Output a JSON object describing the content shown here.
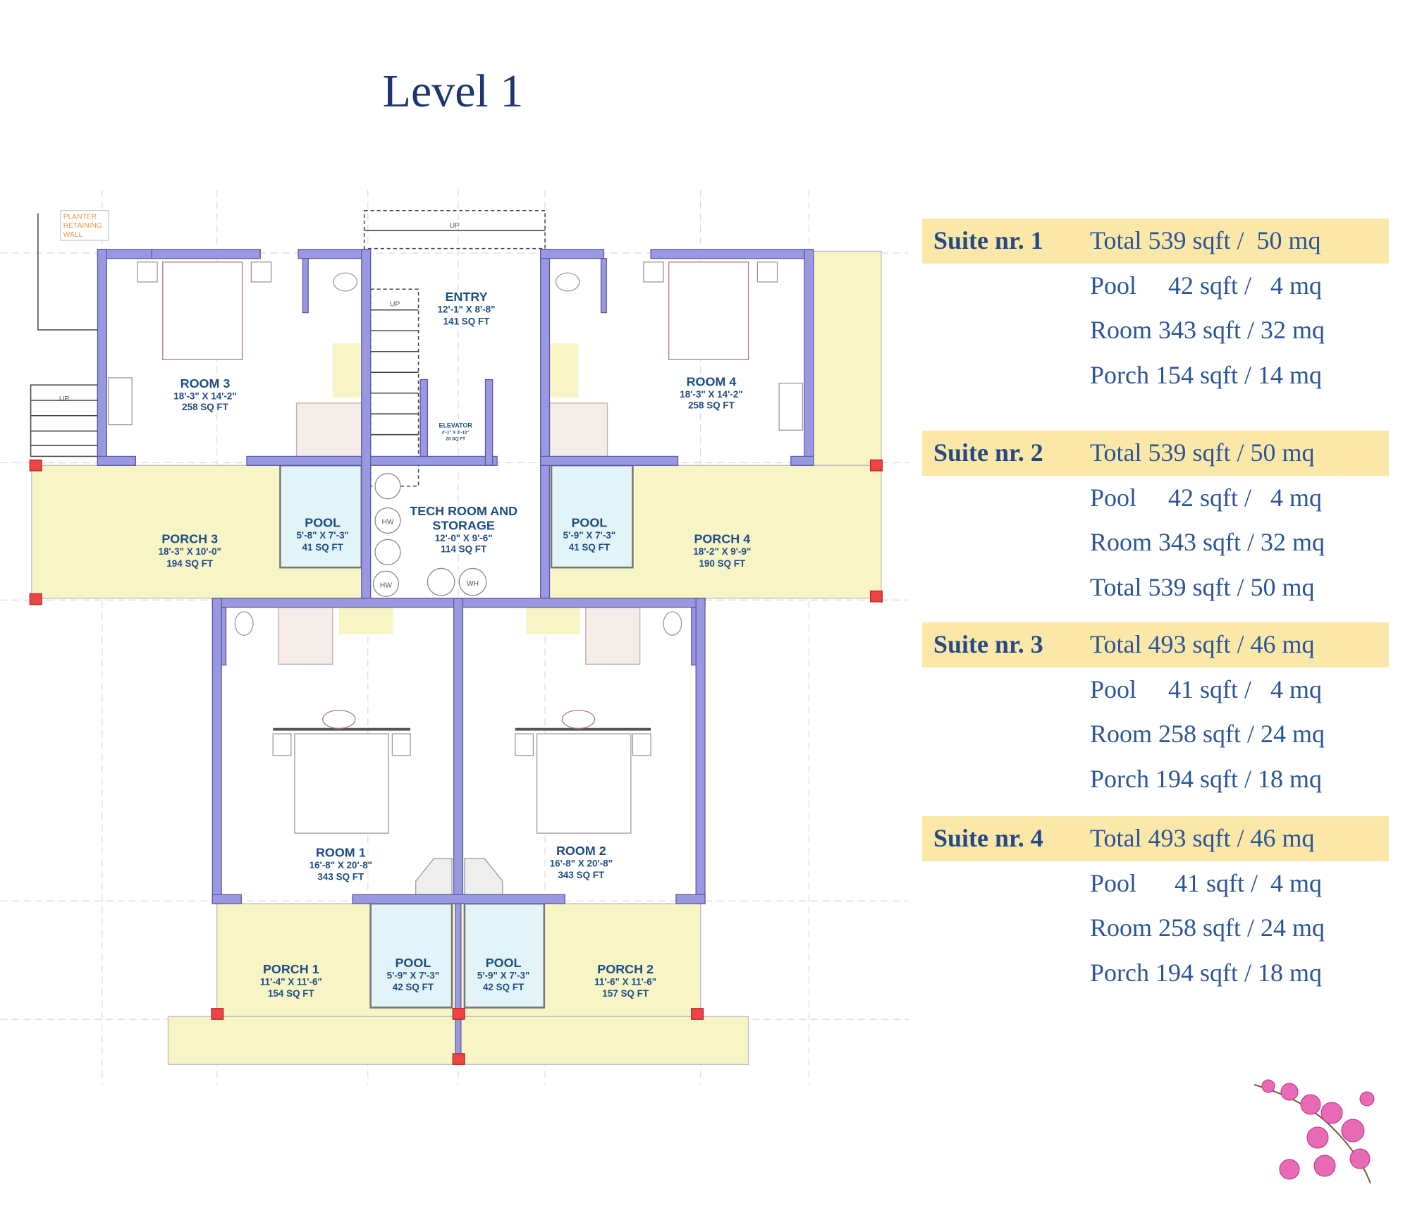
{
  "title": "Level 1",
  "plan": {
    "planter_note": [
      "PLANTER",
      "RETAINING",
      "WALL"
    ],
    "up_label": "UP",
    "hw_label": "HW",
    "wh_label": "WH",
    "rooms": {
      "room3": {
        "name": "ROOM 3",
        "dims": "18'-3\" X 14'-2\"",
        "area": "258 SQ FT"
      },
      "entry": {
        "name": "ENTRY",
        "dims": "12'-1\" X 8'-8\"",
        "area": "141 SQ FT"
      },
      "room4": {
        "name": "ROOM 4",
        "dims": "18'-3\" X 14'-2\"",
        "area": "258 SQ FT"
      },
      "elevator": {
        "name": "ELEVATOR",
        "dims": "4'-1\" X 4'-10\"",
        "area": "20 SQ FT"
      },
      "porch3": {
        "name": "PORCH 3",
        "dims": "18'-3\" X 10'-0\"",
        "area": "194 SQ FT"
      },
      "pool3": {
        "name": "POOL",
        "dims": "5'-8\" X 7'-3\"",
        "area": "41 SQ FT"
      },
      "tech": {
        "name1": "TECH ROOM AND",
        "name2": "STORAGE",
        "dims": "12'-0\" X 9'-6\"",
        "area": "114 SQ FT"
      },
      "pool4": {
        "name": "POOL",
        "dims": "5'-9\" X 7'-3\"",
        "area": "41 SQ FT"
      },
      "porch4": {
        "name": "PORCH 4",
        "dims": "18'-2\" X 9'-9\"",
        "area": "190 SQ FT"
      },
      "room1": {
        "name": "ROOM 1",
        "dims": "16'-8\" X 20'-8\"",
        "area": "343 SQ FT"
      },
      "room2": {
        "name": "ROOM 2",
        "dims": "16'-8\" X 20'-8\"",
        "area": "343 SQ FT"
      },
      "porch1": {
        "name": "PORCH 1",
        "dims": "11'-4\" X 11'-6\"",
        "area": "154 SQ FT"
      },
      "pool1": {
        "name": "POOL",
        "dims": "5'-9\" X 7'-3\"",
        "area": "42 SQ FT"
      },
      "pool2": {
        "name": "POOL",
        "dims": "5'-9\" X 7'-3\"",
        "area": "42 SQ FT"
      },
      "porch2": {
        "name": "PORCH 2",
        "dims": "11'-6\" X 11'-6\"",
        "area": "157 SQ FT"
      }
    }
  },
  "suites": [
    {
      "label": "Suite nr. 1",
      "rows": [
        "Total 539 sqft /  50 mq",
        "Pool     42 sqft /   4 mq",
        "Room 343 sqft / 32 mq",
        "Porch 154 sqft / 14 mq"
      ]
    },
    {
      "label": "Suite nr. 2",
      "rows": [
        "Total 539 sqft / 50 mq",
        "Pool     42 sqft /   4 mq",
        "Room 343 sqft / 32 mq",
        "Total 539 sqft / 50 mq"
      ]
    },
    {
      "label": "Suite nr. 3",
      "rows": [
        "Total 493 sqft / 46 mq",
        "Pool     41 sqft /   4 mq",
        "Room 258 sqft / 24 mq",
        "Porch 194 sqft / 18 mq"
      ]
    },
    {
      "label": "Suite nr. 4",
      "rows": [
        "Total 493 sqft / 46 mq",
        "Pool      41 sqft /  4 mq",
        "Room 258 sqft / 24 mq",
        "Porch 194 sqft / 18 mq"
      ]
    }
  ],
  "colors": {
    "wall": "#9a98e0",
    "porch": "#f7f4c6",
    "pool": "#e3f4f8",
    "highlight": "#fbe8a8",
    "text": "#2b5597"
  }
}
